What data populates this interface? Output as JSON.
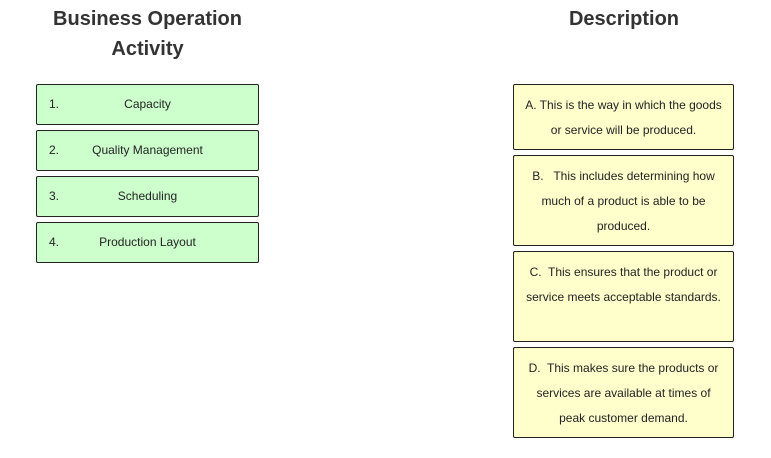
{
  "headers": {
    "activity": "Business Operation Activity",
    "description": "Description"
  },
  "activities": [
    {
      "num": "1.",
      "label": "Capacity"
    },
    {
      "num": "2.",
      "label": "Quality Management"
    },
    {
      "num": "3.",
      "label": "Scheduling"
    },
    {
      "num": "4.",
      "label": "Production Layout"
    }
  ],
  "descriptions": [
    "A. This is the way in which the goods or service will be produced.",
    "B.   This includes determining how much of a product is able to be produced.",
    "C.  This ensures that the product or service meets acceptable standards.",
    "D.  This makes sure the products or services are available at times of peak customer demand."
  ],
  "colors": {
    "activity_bg": "#ccffcc",
    "description_bg": "#ffffcc"
  }
}
